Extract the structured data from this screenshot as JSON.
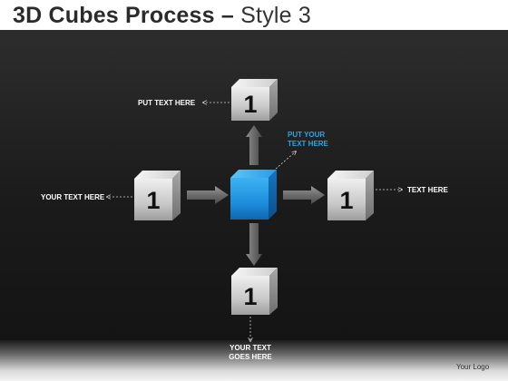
{
  "title": {
    "main": "3D Cubes Process",
    "dash": "–",
    "sub": "Style 3"
  },
  "cubes": {
    "top": {
      "number": "1"
    },
    "left": {
      "number": "1"
    },
    "right": {
      "number": "1"
    },
    "bottom": {
      "number": "1"
    }
  },
  "labels": {
    "top": "PUT TEXT HERE",
    "center_line1": "PUT YOUR",
    "center_line2": "TEXT HERE",
    "left": "YOUR TEXT HERE",
    "right": "TEXT HERE",
    "bottom_line1": "YOUR TEXT",
    "bottom_line2": "GOES HERE"
  },
  "logo": "Your Logo",
  "colors": {
    "center_cube": "#1f8fdc",
    "outer_cube": "#d9d9d9",
    "accent_label": "#2aa6e6"
  }
}
